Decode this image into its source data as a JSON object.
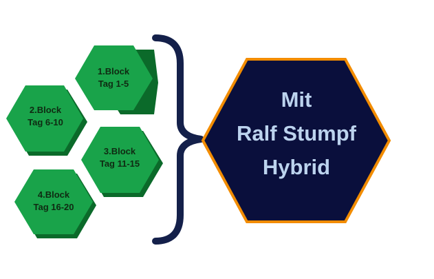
{
  "blocks": [
    {
      "line1": "1.Block",
      "line2": "Tag 1-5"
    },
    {
      "line1": "2.Block",
      "line2": "Tag 6-10"
    },
    {
      "line1": "3.Block",
      "line2": "Tag 11-15"
    },
    {
      "line1": "4.Block",
      "line2": "Tag 16-20"
    }
  ],
  "main": {
    "line1": "Mit",
    "line2": "Ralf Stumpf",
    "line3": "Hybrid"
  },
  "colors": {
    "block_fill": "#19a34a",
    "block_shadow": "#0b6a2a",
    "main_fill": "#0a0f3c",
    "main_border": "#f28c00",
    "brace": "#14204a",
    "main_text": "#bcd3ee"
  }
}
